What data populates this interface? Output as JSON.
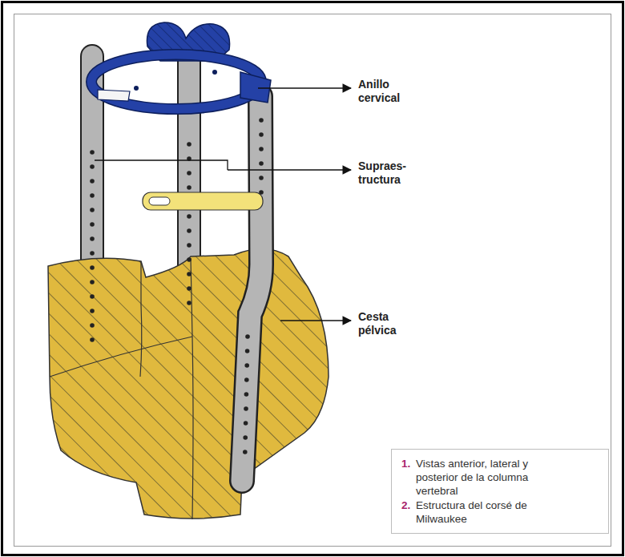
{
  "diagram": {
    "nodes": [
      {
        "text": [
          "1.",
          "Vistas anterior, lateral y posterior de la columna vertebral",
          "2.",
          "Estructura del corsé de Milwaukee"
        ]
      }
    ],
    "labels": [
      "Anillo cervical",
      "Supraes- tructura",
      "Cesta pélvica"
    ]
  }
}
